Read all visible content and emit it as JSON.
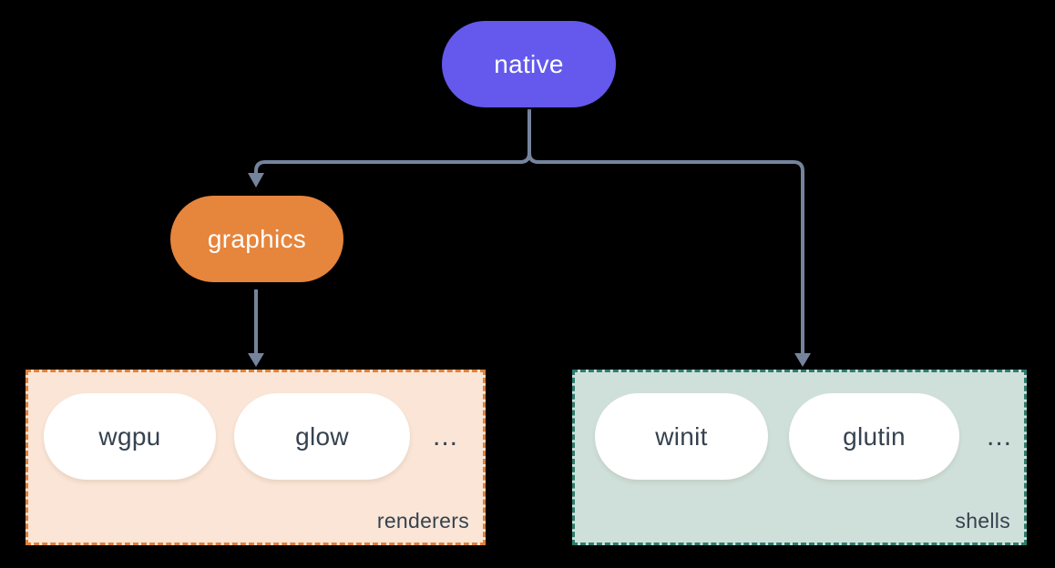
{
  "diagram": {
    "nodes": {
      "native": {
        "label": "native"
      },
      "graphics": {
        "label": "graphics"
      }
    },
    "groups": {
      "renderers": {
        "label": "renderers",
        "items": [
          "wgpu",
          "glow"
        ],
        "ellipsis": "..."
      },
      "shells": {
        "label": "shells",
        "items": [
          "winit",
          "glutin"
        ],
        "ellipsis": "..."
      }
    },
    "edges": [
      {
        "from": "native",
        "to": "graphics"
      },
      {
        "from": "native",
        "to": "shells"
      },
      {
        "from": "graphics",
        "to": "renderers"
      }
    ]
  },
  "colors": {
    "background": "#000000",
    "node-native": "#6459ec",
    "node-graphics": "#e6853c",
    "edge": "#75849c",
    "renderers-fill": "#fae5d6",
    "renderers-border": "#e0813a",
    "shells-fill": "#cfe0da",
    "shells-border": "#2e7d6e",
    "dark-text": "#36424f",
    "node-text": "#ffffff",
    "pill-fill": "#ffffff"
  }
}
